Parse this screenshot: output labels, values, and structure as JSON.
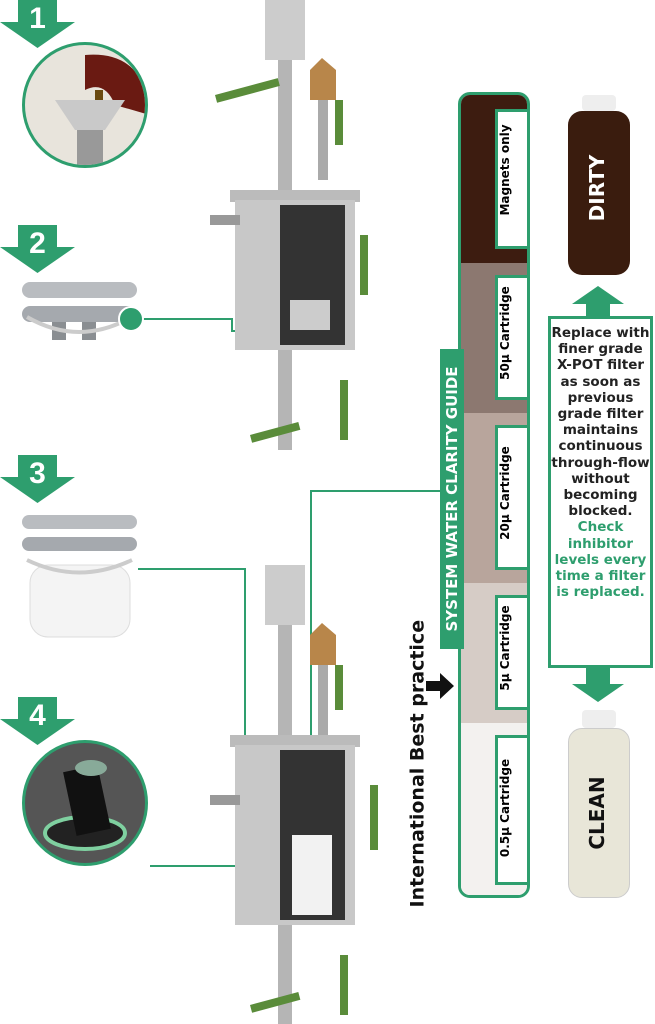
{
  "steps": [
    {
      "number": "1"
    },
    {
      "number": "2"
    },
    {
      "number": "3"
    },
    {
      "number": "4"
    }
  ],
  "guide": {
    "title": "SYSTEM WATER CLARITY GUIDE",
    "stages": [
      {
        "label": "Magnets only",
        "color": "#3d1c10"
      },
      {
        "label": "50μ Cartridge",
        "color": "#8c7870"
      },
      {
        "label": "20μ Cartridge",
        "color": "#b8a59c"
      },
      {
        "label": "5μ Cartridge",
        "color": "#d6ccc6"
      },
      {
        "label": "0.5μ Cartridge",
        "color": "#f3f1ef"
      }
    ],
    "best_practice": "International Best practice"
  },
  "bottles": {
    "dirty": "DIRTY",
    "clean": "CLEAN"
  },
  "info": {
    "text": "Replace with finer grade X-POT filter as soon as previous grade filter maintains continuous through-flow without becoming blocked.",
    "highlight": "Check inhibitor levels every time a filter is replaced."
  },
  "colors": {
    "accent": "#2e9e6e"
  }
}
